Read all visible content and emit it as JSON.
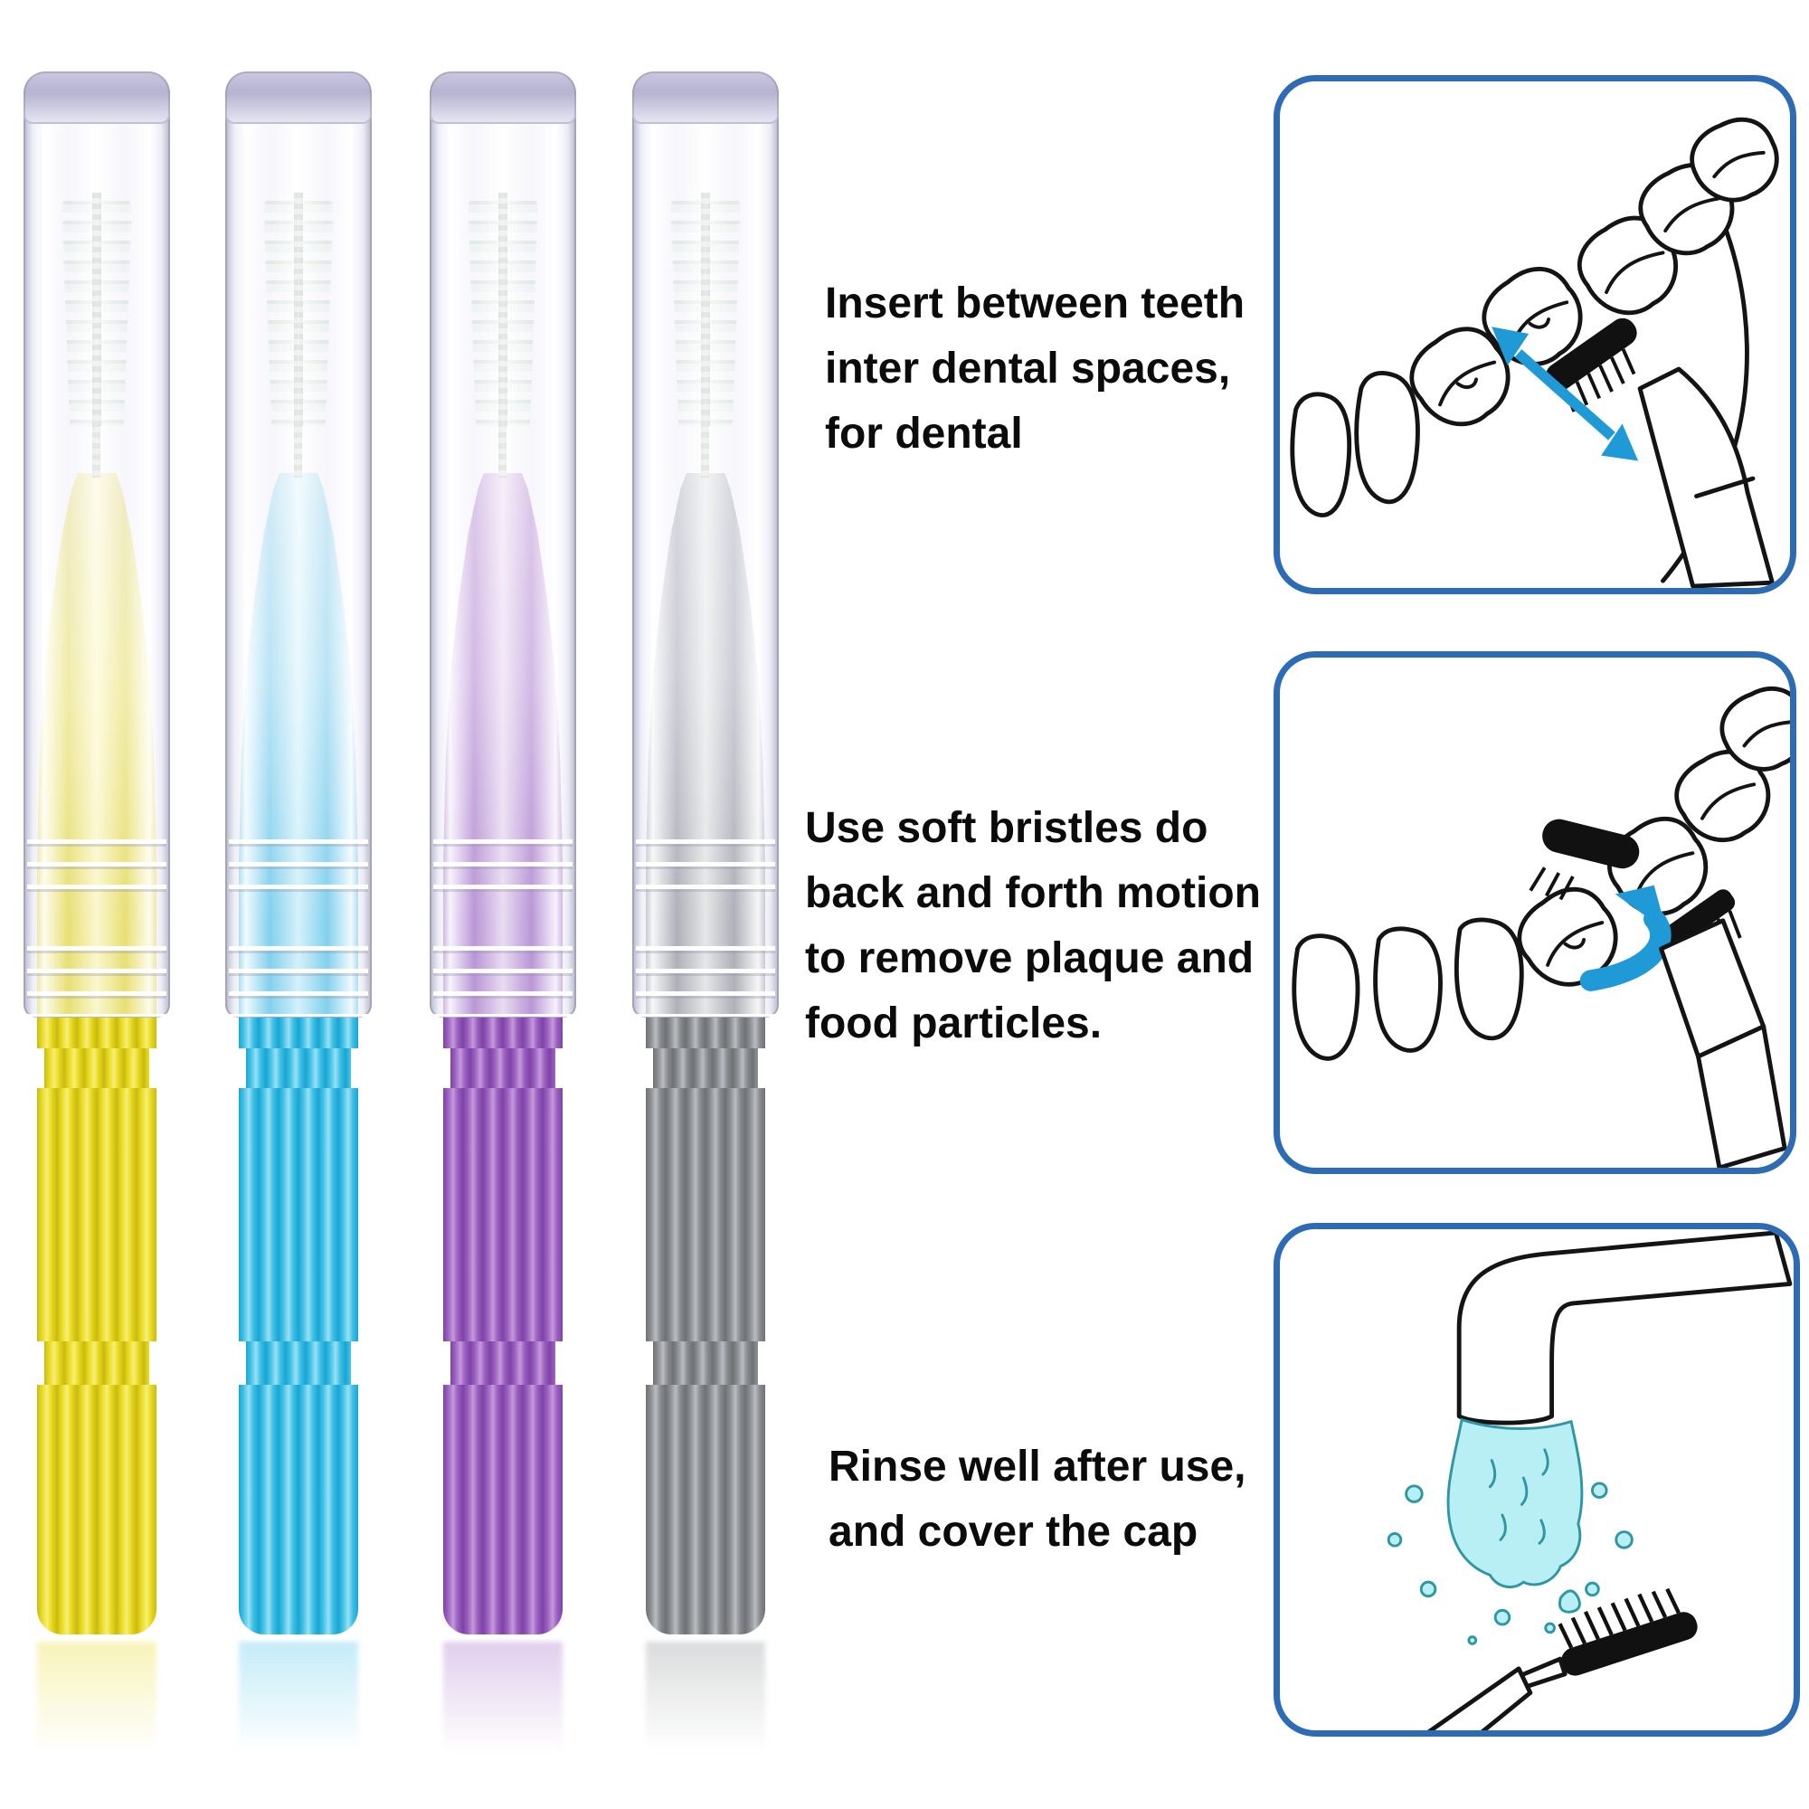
{
  "style": {
    "panel_border": "#2d6cb4",
    "arrow_blue": "#1f9ad6",
    "water_fill": "#b7eff4",
    "water_stroke": "#2f97a4",
    "text_color": "#0b0b0b",
    "line_color": "#141414"
  },
  "brushes": [
    {
      "name": "yellow-interdental-brush",
      "color": "#e8d91e",
      "color_light": "#f6ee77",
      "color_dark": "#c9ba10",
      "neck_light": "#f3eda5"
    },
    {
      "name": "blue-interdental-brush",
      "color": "#3fc0e6",
      "color_light": "#9ae0f3",
      "color_dark": "#18a5d2",
      "neck_light": "#c2ebf5"
    },
    {
      "name": "purple-interdental-brush",
      "color": "#9a5fc0",
      "color_light": "#c49ad9",
      "color_dark": "#7e43a6",
      "neck_light": "#d4b4e2"
    },
    {
      "name": "gray-interdental-brush",
      "color": "#898c90",
      "color_light": "#b9bcc0",
      "color_dark": "#6f7275",
      "neck_light": "#c9cbce"
    }
  ],
  "instructions": [
    {
      "id": "insert",
      "lines": [
        "Insert between teeth",
        "inter dental spaces,",
        "for dental"
      ]
    },
    {
      "id": "motion",
      "lines": [
        "Use soft bristles do",
        "back and forth motion",
        "to remove plaque and",
        "food particles."
      ]
    },
    {
      "id": "rinse",
      "lines": [
        "Rinse well after use,",
        "and cover the cap"
      ]
    }
  ]
}
